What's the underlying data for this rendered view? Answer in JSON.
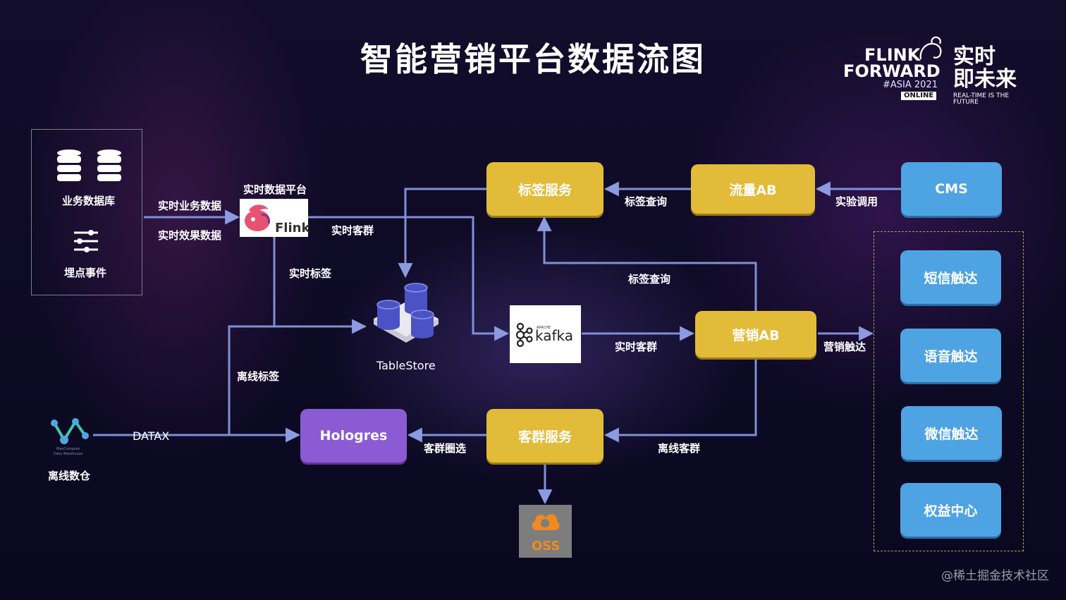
{
  "title": "智能营销平台数据流图",
  "branding": {
    "event_line1": "FLINK",
    "event_line2": "FORWARD",
    "event_line3": "#ASIA 2021",
    "event_badge": "ONLINE",
    "slogan_line1": "实时",
    "slogan_line2": "即未来",
    "slogan_sub": "REAL-TIME IS THE FUTURE"
  },
  "sources": {
    "business_db": "业务数据库",
    "tracking_events": "埋点事件",
    "offline_dw": "离线数仓",
    "maxcompute_text_1": "MaxCompute",
    "maxcompute_text_2": "Data Warehouse"
  },
  "nodes": {
    "realtime_platform": "实时数据平台",
    "flink": "Flink",
    "tag_service": "标签服务",
    "traffic_ab": "流量AB",
    "cms": "CMS",
    "tablestore": "TableStore",
    "kafka": "kafka",
    "kafka_small": "APACHE",
    "marketing_ab": "营销AB",
    "hologres": "Hologres",
    "crowd_service": "客群服务",
    "oss": "OSS"
  },
  "channels": [
    "短信触达",
    "语音触达",
    "微信触达",
    "权益中心"
  ],
  "edges": {
    "realtime_business": "实时业务数据",
    "realtime_effect": "实时效果数据",
    "realtime_crowd_1": "实时客群",
    "realtime_tag": "实时标签",
    "tag_query_1": "标签查询",
    "experiment_call": "实验调用",
    "tag_query_2": "标签查询",
    "realtime_crowd_2": "实时客群",
    "marketing_reach": "营销触达",
    "offline_tag": "离线标签",
    "datax": "DATAX",
    "crowd_select": "客群圈选",
    "offline_crowd": "离线客群"
  },
  "colors": {
    "yellow": "#e2bb38",
    "blue": "#4ea3e2",
    "purple": "#8b5bd3",
    "wire": "#7f8fd6",
    "background": "#100c26"
  },
  "watermark": "@稀土掘金技术社区"
}
